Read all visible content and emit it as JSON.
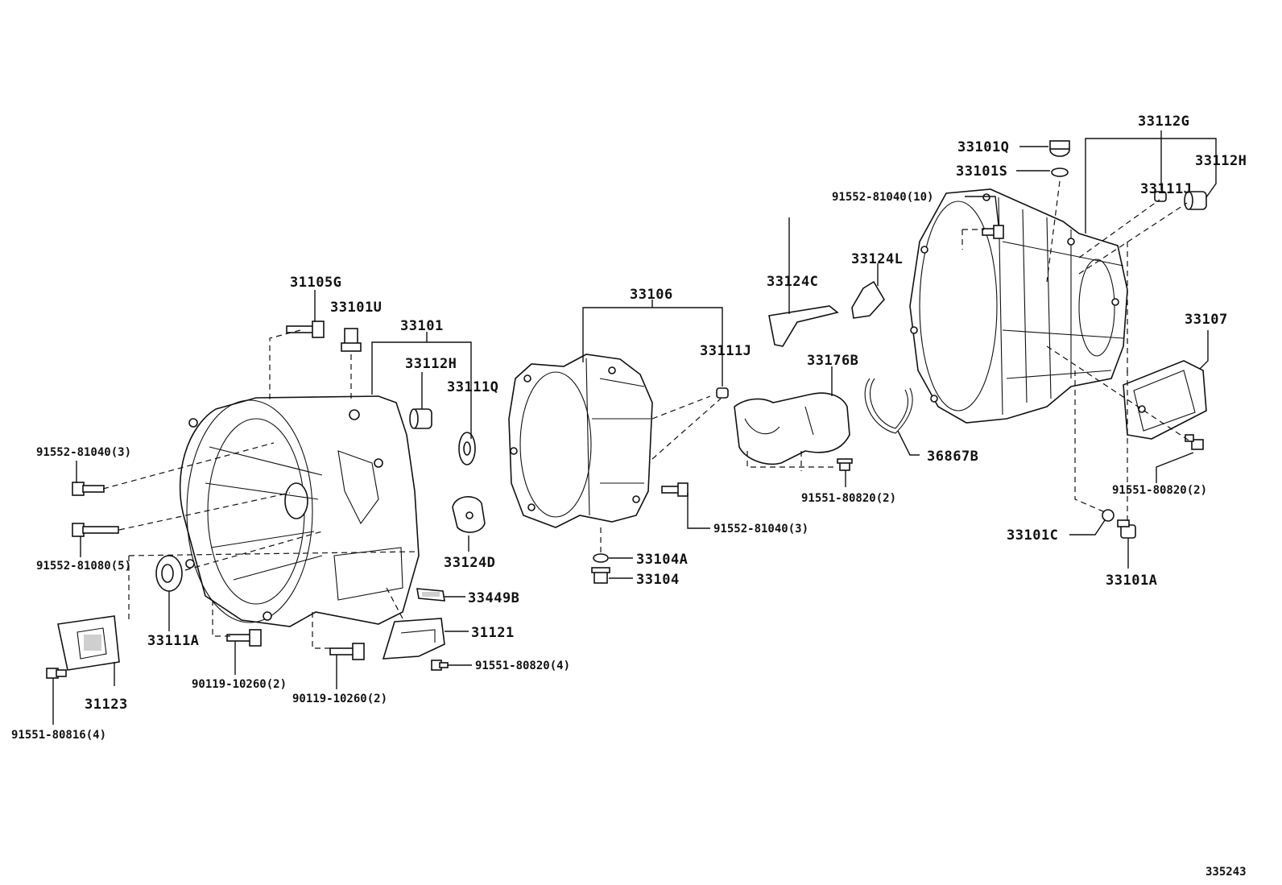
{
  "diagram_id": "335243",
  "callouts": {
    "p31105G": "31105G",
    "p33101U": "33101U",
    "p33101": "33101",
    "p33112H_a": "33112H",
    "p33111Q": "33111Q",
    "p91552_81040_3a": "91552-81040(3)",
    "p91552_81080_5": "91552-81080(5)",
    "p33111A": "33111A",
    "p31123": "31123",
    "p91551_80816_4": "91551-80816(4)",
    "p90119_10260_2a": "90119-10260(2)",
    "p90119_10260_2b": "90119-10260(2)",
    "p33124D": "33124D",
    "p33449B": "33449B",
    "p31121": "31121",
    "p91551_80820_4": "91551-80820(4)",
    "p33106": "33106",
    "p33111J_a": "33111J",
    "p33104A": "33104A",
    "p33104": "33104",
    "p91552_81040_3b": "91552-81040(3)",
    "p33124C": "33124C",
    "p33124L": "33124L",
    "p33176B": "33176B",
    "p36867B": "36867B",
    "p91551_80820_2a": "91551-80820(2)",
    "p33112G": "33112G",
    "p33101Q": "33101Q",
    "p33101S": "33101S",
    "p91552_81040_10": "91552-81040(10)",
    "p33112H_b": "33112H",
    "p33111J_b": "33111J",
    "p33107": "33107",
    "p91551_80820_2b": "91551-80820(2)",
    "p33101C": "33101C",
    "p33101A": "33101A"
  }
}
